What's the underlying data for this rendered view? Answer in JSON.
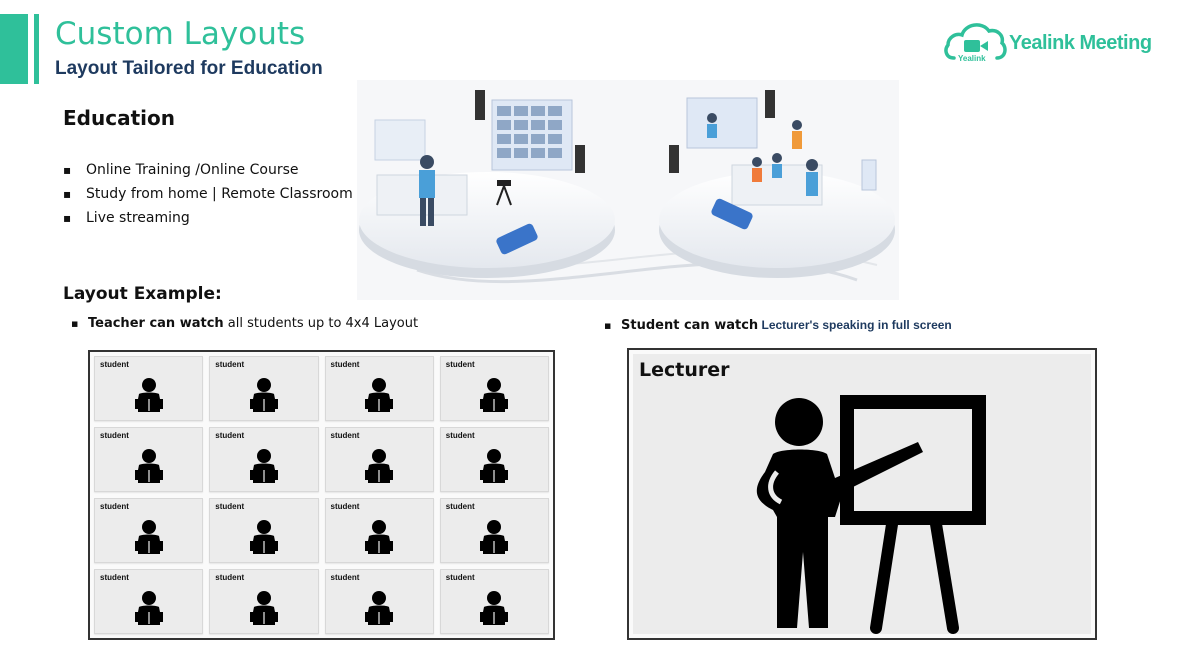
{
  "header": {
    "title": "Custom Layouts",
    "subtitle": "Layout Tailored for Education"
  },
  "logo": {
    "text": "Yealink Meeting",
    "small_text": "Yealink",
    "icon": "video-camera-cloud-icon",
    "color": "#2fc09a"
  },
  "education": {
    "heading": "Education",
    "items": [
      "Online Training /Online Course",
      "Study from home | Remote Classroom",
      "Live streaming"
    ]
  },
  "illustration": {
    "icon": "online-classroom-illustration"
  },
  "layout_example": {
    "heading": "Layout Example:",
    "teacher_caption_bold": "Teacher can watch",
    "teacher_caption_rest": " all students up to 4x4 Layout",
    "student_caption_bold": "Student can watch",
    "student_caption_rest": " Lecturer's speaking in full screen"
  },
  "student_grid": {
    "cells": [
      "student",
      "student",
      "student",
      "student",
      "student",
      "student",
      "student",
      "student",
      "student",
      "student",
      "student",
      "student",
      "student",
      "student",
      "student",
      "student"
    ],
    "icon": "student-reading-icon"
  },
  "lecturer_view": {
    "label": "Lecturer",
    "icon": "lecturer-whiteboard-icon"
  },
  "colors": {
    "accent": "#2fc09a",
    "navy": "#1e3a5f",
    "tile_bg": "#ececec"
  }
}
